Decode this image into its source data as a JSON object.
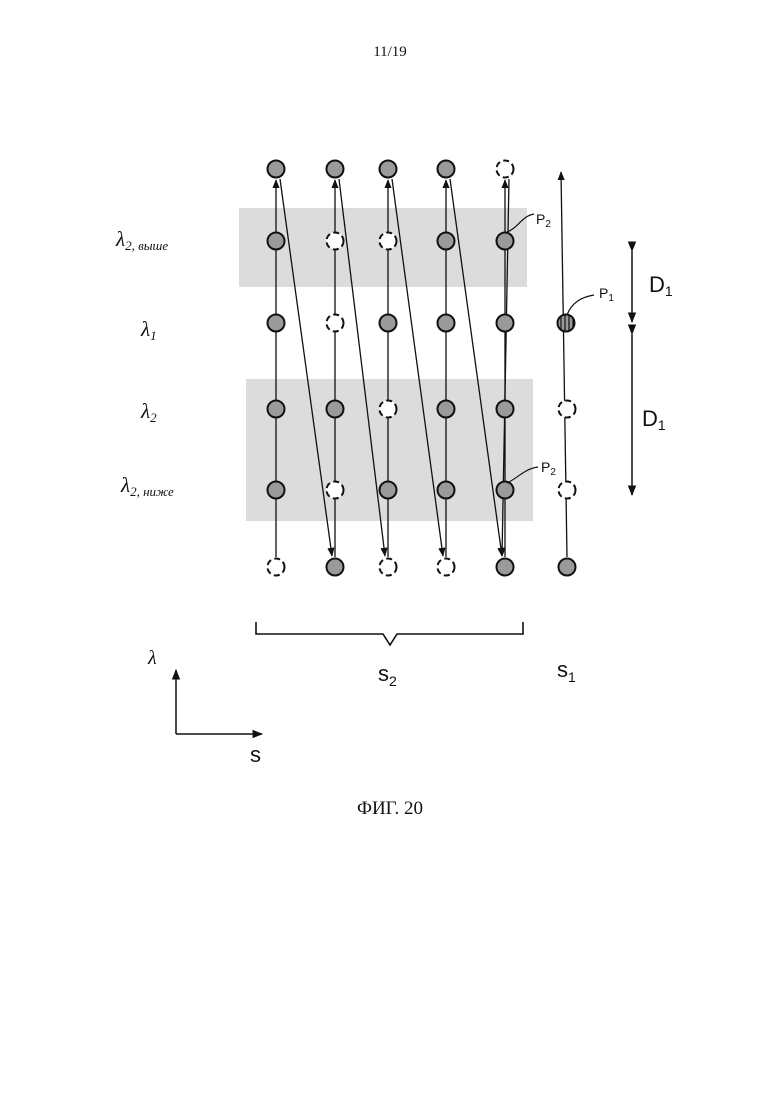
{
  "page_number": "11/19",
  "figure_caption": "ФИГ. 20",
  "row_labels": {
    "l2_upper_symbol": "λ",
    "l2_upper_sub": "2, выше",
    "l1_symbol": "λ",
    "l1_sub": "1",
    "l2_symbol": "λ",
    "l2_sub": "2",
    "l2_lower_symbol": "λ",
    "l2_lower_sub": "2, ниже"
  },
  "labels": {
    "p2_top": "P",
    "p2_top_sub": "2",
    "p1": "P",
    "p1_sub": "1",
    "p2_bottom": "P",
    "p2_bottom_sub": "2",
    "d1_top": "D",
    "d1_top_sub": "1",
    "d1_bottom": "D",
    "d1_bottom_sub": "1",
    "s2": "s",
    "s2_sub": "2",
    "s1": "s",
    "s1_sub": "1",
    "axis_lambda": "λ",
    "axis_s": "s"
  },
  "colors": {
    "filled_node": "#9a9a9a",
    "band": "#dcdcdc",
    "line": "#111111"
  }
}
